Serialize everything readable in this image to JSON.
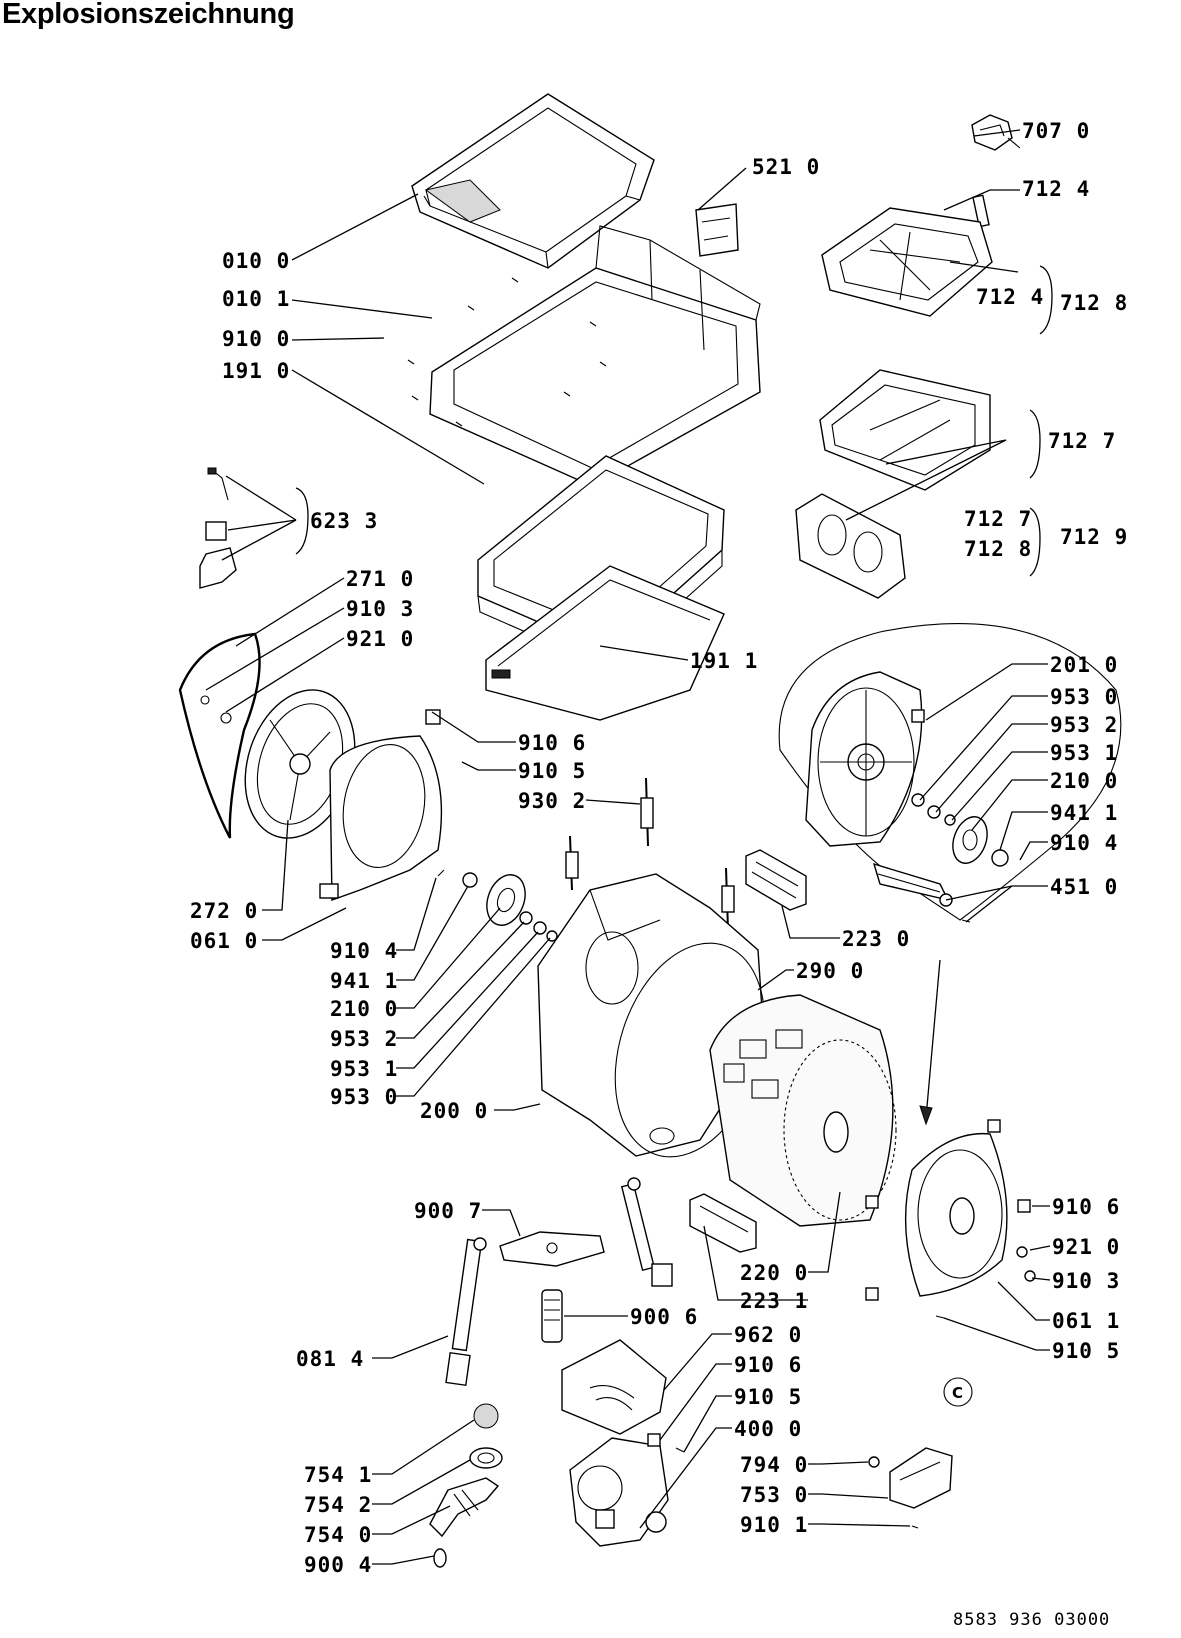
{
  "title": "Explosionszeichnung",
  "document_number": "8583 936 03000",
  "circle_marker": "C",
  "labels": [
    "707 0",
    "521 0",
    "712 4",
    "712 4",
    "712 8",
    "010 0",
    "010 1",
    "910 0",
    "191 0",
    "712 7",
    "712 7",
    "712 8",
    "712 9",
    "623 3",
    "271 0",
    "910 3",
    "921 0",
    "191 1",
    "201 0",
    "953 0",
    "953 2",
    "953 1",
    "210 0",
    "941 1",
    "910 4",
    "451 0",
    "910 6",
    "910 5",
    "930 2",
    "272 0",
    "061 0",
    "223 0",
    "290 0",
    "910 4",
    "941 1",
    "210 0",
    "953 2",
    "953 1",
    "953 0",
    "200 0",
    "900 7",
    "910 6",
    "921 0",
    "910 3",
    "220 0",
    "223 1",
    "061 1",
    "910 5",
    "900 6",
    "962 0",
    "081 4",
    "910 6",
    "910 5",
    "400 0",
    "754 1",
    "754 2",
    "754 0",
    "900 4",
    "794 0",
    "753 0",
    "910 1"
  ]
}
